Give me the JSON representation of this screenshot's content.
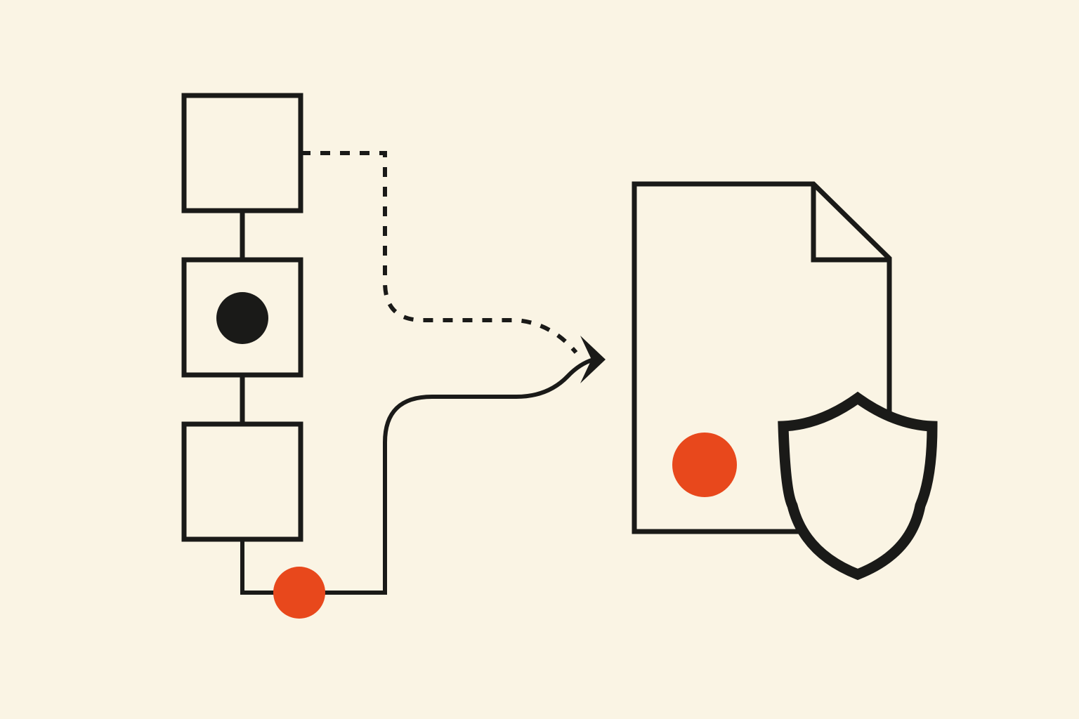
{
  "colors": {
    "background": "#FAF4E4",
    "stroke": "#1A1A18",
    "accent": "#E8481C",
    "node_fill": "#1A1A18"
  },
  "diagram": {
    "stack": {
      "boxes": [
        {
          "name": "top-box",
          "marker": "none"
        },
        {
          "name": "middle-box",
          "marker": "black-dot"
        },
        {
          "name": "bottom-box",
          "marker": "none"
        }
      ],
      "bottom_connector_marker": "orange-dot"
    },
    "connections": [
      {
        "from": "top-box",
        "to": "document",
        "style": "dashed",
        "arrow": true
      },
      {
        "from": "bottom-box",
        "to": "document",
        "style": "solid",
        "arrow": true
      }
    ],
    "document": {
      "icon": "document-icon",
      "folded_corner": true,
      "marker": "orange-dot"
    },
    "badge": {
      "icon": "shield-icon"
    }
  }
}
